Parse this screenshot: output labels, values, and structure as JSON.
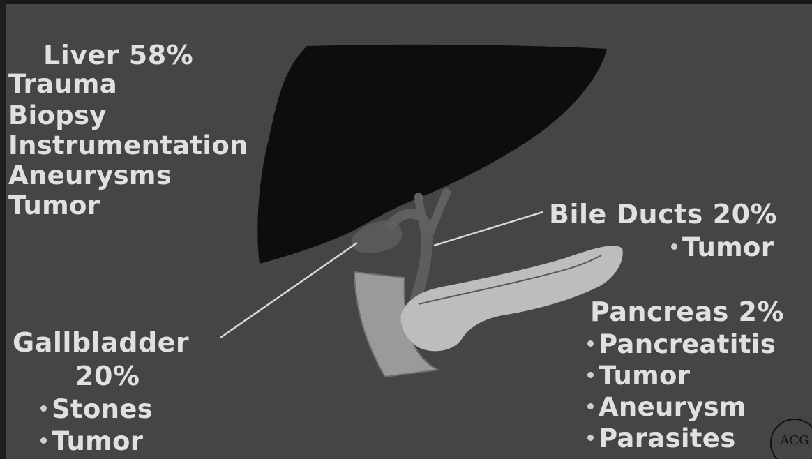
{
  "liver": {
    "heading": "Liver 58%",
    "items": [
      "Trauma",
      "Biopsy",
      "Instrumentation",
      "Aneurysms",
      "Tumor"
    ]
  },
  "bile_ducts": {
    "heading": "Bile Ducts 20%",
    "items": [
      "Tumor"
    ]
  },
  "gallbladder": {
    "heading_line1": "Gallbladder",
    "heading_line2": "20%",
    "items": [
      "Stones",
      "Tumor"
    ]
  },
  "pancreas": {
    "heading": "Pancreas 2%",
    "items": [
      "Pancreatitis",
      "Tumor",
      "Aneurysm",
      "Parasites"
    ]
  },
  "logo": {
    "text": "ACG"
  },
  "colors": {
    "background": "#454545",
    "liver": "#0d0d0d",
    "text": "#e0e0e0",
    "pancreas": "#bdbdbd",
    "duodenum": "#9a9a9a"
  }
}
